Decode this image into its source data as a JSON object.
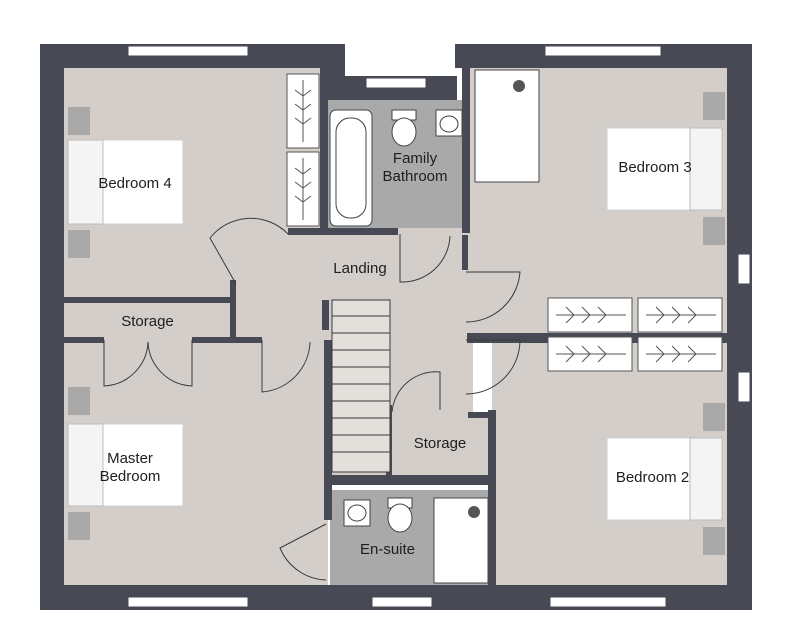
{
  "rooms": {
    "bedroom_4": "Bedroom 4",
    "family_bathroom": "Family\nBathroom",
    "bedroom_3": "Bedroom 3",
    "landing": "Landing",
    "storage_left": "Storage",
    "master_bedroom": "Master\nBedroom",
    "storage_center": "Storage",
    "bedroom_2": "Bedroom 2",
    "en_suite": "En-suite"
  },
  "colors": {
    "wall": "#474a55",
    "floor": "#d3cec9",
    "tile": "#a9a9a9",
    "bed_linen": "#ffffff",
    "line": "#3a3a3a"
  }
}
